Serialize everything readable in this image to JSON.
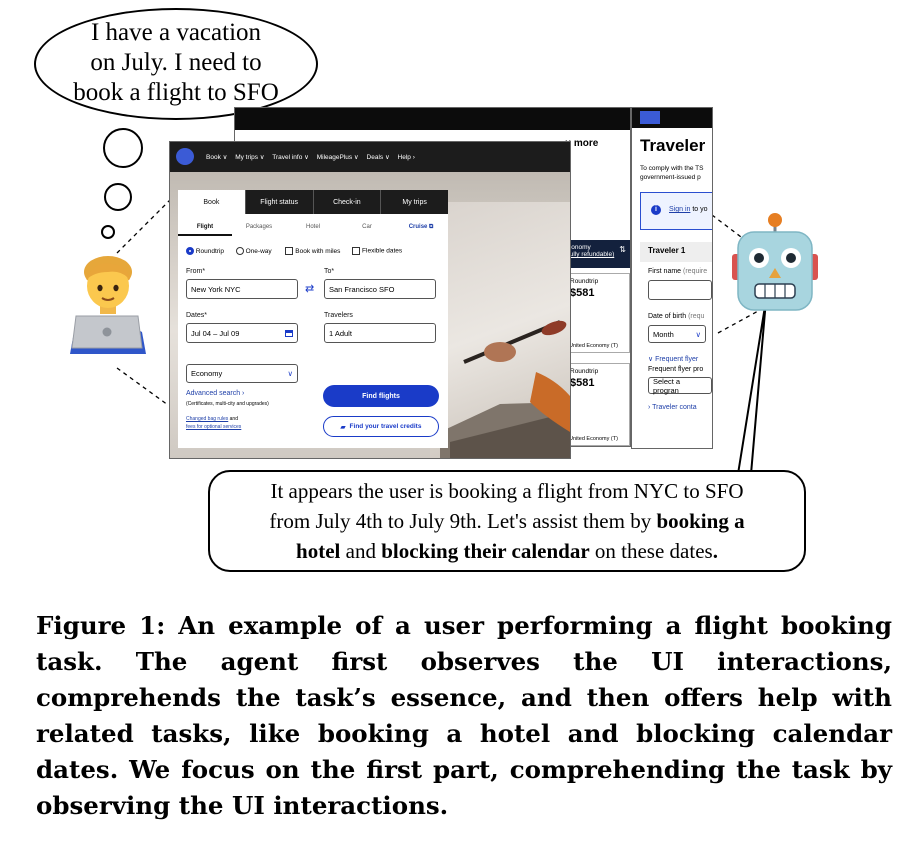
{
  "thought": {
    "lines": [
      "I have a vacation",
      "on July. I need to",
      "book a flight to SFO"
    ]
  },
  "speech": {
    "line1": "It appears the user is booking a flight from NYC to SFO",
    "line2_pre": "from July 4th to July 9th. Let's assist them by ",
    "line2_bold": "booking a",
    "line3_bold1": "hotel",
    "line3_mid": " and ",
    "line3_bold2": "blocking their calendar",
    "line3_post": " on these dates",
    "line3_end": "."
  },
  "caption": "Figure 1: An example of a user performing a flight booking task. The agent first observes the UI interactions, comprehends the task’s essence, and then offers help with related tasks, like booking a hotel and blocking calendar dates. We focus on the first part, comprehending the task by observing the UI interactions.",
  "booking_site": {
    "nav": [
      "Book ∨",
      "My trips ∨",
      "Travel info ∨",
      "MileagePlus ∨",
      "Deals ∨",
      "Help ›"
    ],
    "tabs": [
      "Book",
      "Flight status",
      "Check-in",
      "My trips"
    ],
    "subtabs": [
      "Flight",
      "Packages",
      "Hotel",
      "Car",
      "Cruise ⧉"
    ],
    "trip_options": [
      "Roundtrip",
      "One-way",
      "Book with miles",
      "Flexible dates"
    ],
    "from_label": "From*",
    "from_value": "New York NYC",
    "to_label": "To*",
    "to_value": "San Francisco SFO",
    "dates_label": "Dates*",
    "dates_value": "Jul 04  –  Jul 09",
    "travelers_label": "Travelers",
    "travelers_value": "1 Adult",
    "cabin_value": "Economy",
    "advanced_search": "Advanced search ›",
    "advanced_sub": "(Certificates, multi-city and upgrades)",
    "bag_rules_1": "Changed bag rules",
    "bag_rules_and": " and",
    "bag_rules_2": "fees for optional services",
    "find_flights": "Find flights",
    "find_credits": "Find your travel credits"
  },
  "results_page": {
    "header_text": "u more",
    "cabin_head": "conomy",
    "cabin_sub": "fully refundable)",
    "rows": [
      {
        "type": "Roundtrip",
        "price": "$581",
        "fare": "United Economy (T)"
      },
      {
        "type": "Roundtrip",
        "price": "$581",
        "fare": "United Economy (T)"
      }
    ]
  },
  "traveler_page": {
    "title": "Traveler",
    "comply_1": "To comply with the TS",
    "comply_2": "government-issued p",
    "signin_link": "Sign in",
    "signin_rest": " to yo",
    "traveler_head": "Traveler 1",
    "first_name": "First name",
    "first_name_hint": "(require",
    "dob": "Date of birth",
    "dob_hint": "(requ",
    "month": "Month",
    "frequent_flyer": "∨  Frequent flyer",
    "ff_program": "Frequent flyer pro",
    "select_program": "Select a progran",
    "traveler_contact": "›  Traveler conta"
  },
  "colors": {
    "brand_blue": "#1a3bc8",
    "nav_dark": "#1c1c1c",
    "link_blue": "#1e3fa8"
  },
  "icons": {
    "user": "man-technologist-emoji",
    "agent": "robot-face-emoji"
  }
}
